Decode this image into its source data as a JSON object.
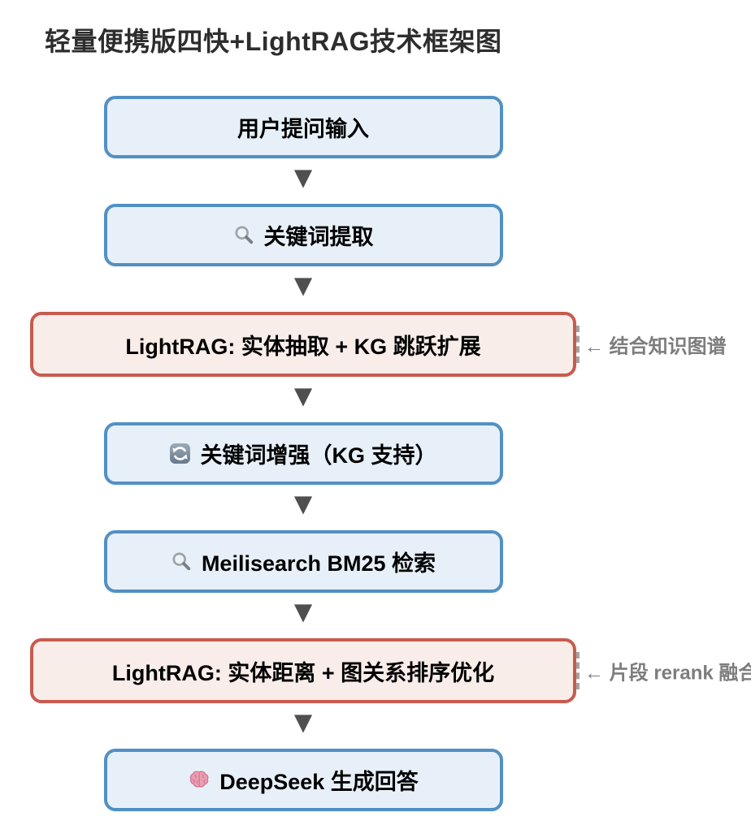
{
  "title": "轻量便携版四快+LightRAG技术框架图",
  "icons": {
    "down_arrow": "▼",
    "annotation_arrow": "←",
    "magnifier": "magnifier-icon",
    "refresh": "refresh-icon",
    "brain": "brain-icon"
  },
  "colors": {
    "primary_box_fill": "#e7f0f9",
    "primary_box_border": "#5290c4",
    "highlight_box_fill": "#f9edea",
    "highlight_box_border": "#c75b4e",
    "box_text": "#000000",
    "arrow": "#4f4f4f",
    "annotation_text": "#7d7d7d",
    "title_text": "#2d2d2d",
    "background": "#ffffff"
  },
  "flow": {
    "steps": [
      {
        "label": "用户提问输入",
        "style": "blue",
        "icon": null,
        "annotation": null
      },
      {
        "label": "关键词提取",
        "style": "blue",
        "icon": "magnifier-icon",
        "annotation": null
      },
      {
        "label": "LightRAG: 实体抽取 + KG 跳跃扩展",
        "style": "red",
        "icon": null,
        "annotation": "← 结合知识图谱"
      },
      {
        "label": "关键词增强（KG 支持）",
        "style": "blue",
        "icon": "refresh-icon",
        "annotation": null
      },
      {
        "label": "Meilisearch BM25 检索",
        "style": "blue",
        "icon": "magnifier-icon",
        "annotation": null
      },
      {
        "label": "LightRAG: 实体距离 + 图关系排序优化",
        "style": "red",
        "icon": null,
        "annotation": "← 片段 rerank 融合"
      },
      {
        "label": "DeepSeek 生成回答",
        "style": "blue",
        "icon": "brain-icon",
        "annotation": null
      }
    ]
  }
}
